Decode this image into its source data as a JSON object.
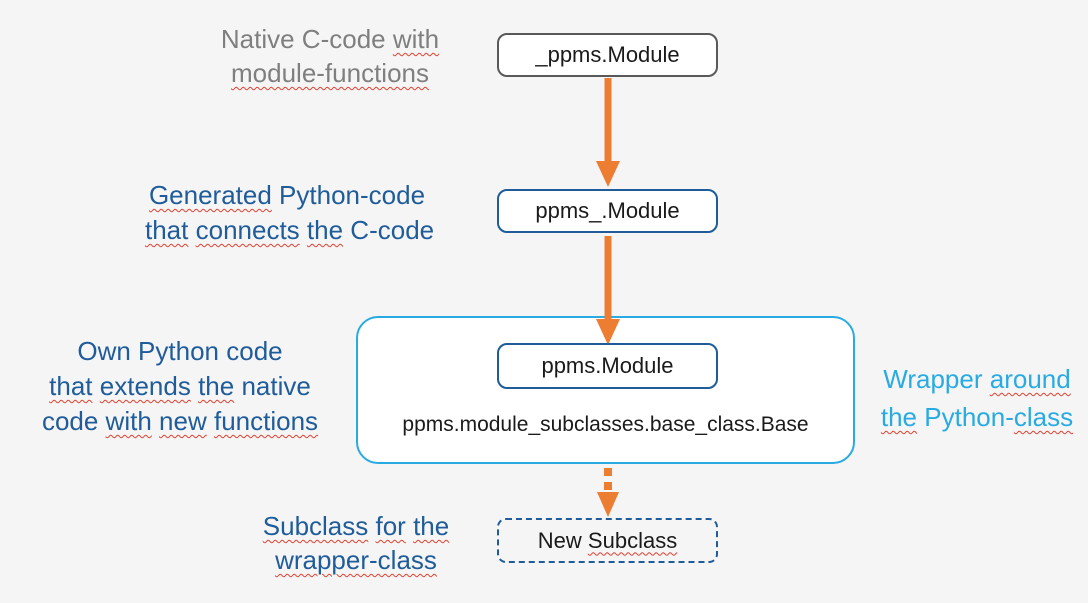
{
  "colors": {
    "background": "#F5F5F6",
    "orange_arrow": "#ED7D31",
    "dark_blue": "#1F5C99",
    "cyan": "#29ABE2",
    "gray_text": "#7F7F7F",
    "gray_border": "#595959",
    "box_text": "#1A1A1A",
    "box_fill": "#FFFFFF",
    "squiggle_red": "#E0402F"
  },
  "nodes": {
    "native_module": {
      "label": "_ppms.Module"
    },
    "generated_module": {
      "label": "ppms_.Module"
    },
    "wrapper_module": {
      "label": "ppms.Module"
    },
    "base_class_path": {
      "label": "ppms.module_subclasses.base_class.Base"
    },
    "new_subclass": {
      "segments": [
        {
          "t": "New "
        },
        {
          "t": "Subclass",
          "sq": true
        }
      ]
    }
  },
  "annotations": {
    "native_c_code": {
      "lines": [
        [
          {
            "t": "Native C-code "
          },
          {
            "t": "with",
            "sq": true
          }
        ],
        [
          {
            "t": "module-functions",
            "sq": true
          }
        ]
      ]
    },
    "generated_python": {
      "lines": [
        [
          {
            "t": "Generated",
            "sq": true
          },
          {
            "t": " Python-code"
          }
        ],
        [
          {
            "t": "that",
            "sq": true
          },
          {
            "t": " "
          },
          {
            "t": "connects",
            "sq": true
          },
          {
            "t": " "
          },
          {
            "t": "the",
            "sq": true
          },
          {
            "t": " C-code"
          }
        ]
      ]
    },
    "own_python": {
      "lines": [
        [
          {
            "t": "Own Python code"
          }
        ],
        [
          {
            "t": "that",
            "sq": true
          },
          {
            "t": " "
          },
          {
            "t": "extends",
            "sq": true
          },
          {
            "t": " "
          },
          {
            "t": "the",
            "sq": true
          },
          {
            "t": " native"
          }
        ],
        [
          {
            "t": "code "
          },
          {
            "t": "with",
            "sq": true
          },
          {
            "t": " "
          },
          {
            "t": "new",
            "sq": true
          },
          {
            "t": " "
          },
          {
            "t": "functions",
            "sq": true
          }
        ]
      ]
    },
    "wrapper_around": {
      "lines": [
        [
          {
            "t": "Wrapper "
          },
          {
            "t": "around",
            "sq": true
          }
        ],
        [
          {
            "t": "the",
            "sq": true
          },
          {
            "t": " Python-"
          },
          {
            "t": "class",
            "sq": true
          }
        ]
      ]
    },
    "subclass_for": {
      "lines": [
        [
          {
            "t": "Subclass",
            "sq": true
          },
          {
            "t": " "
          },
          {
            "t": "for",
            "sq": true
          },
          {
            "t": " "
          },
          {
            "t": "the",
            "sq": true
          }
        ],
        [
          {
            "t": "wrapper-class",
            "sq": true
          }
        ]
      ]
    }
  }
}
